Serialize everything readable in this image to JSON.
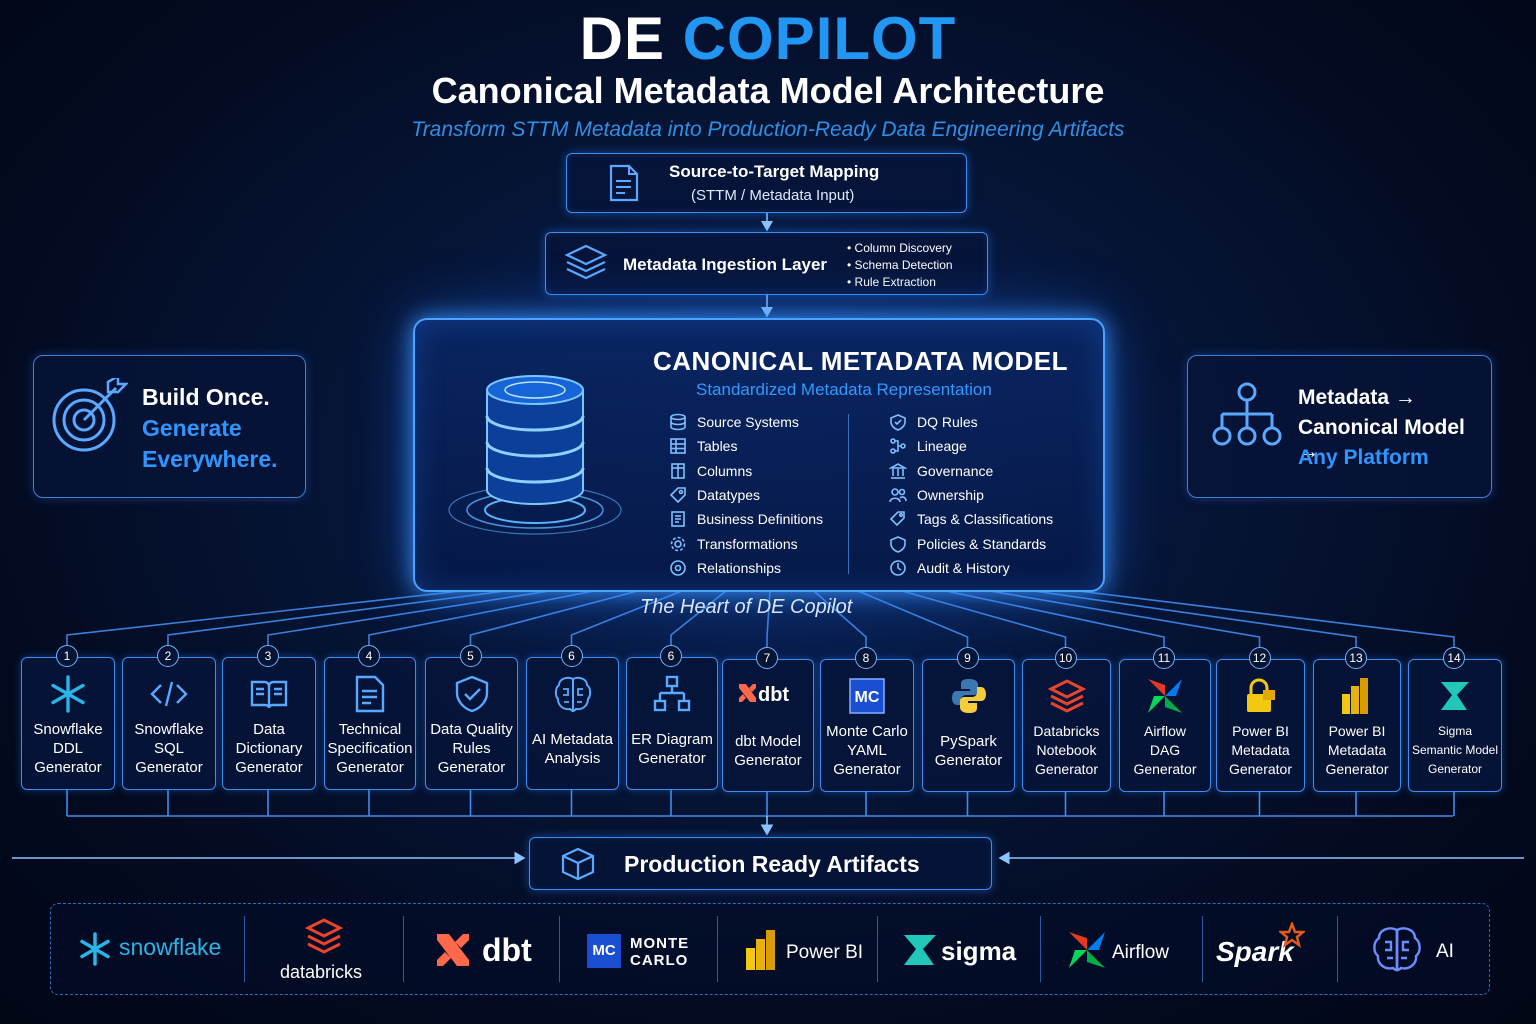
{
  "header": {
    "title_part1": "DE",
    "title_part2": "COPILOT",
    "subtitle": "Canonical Metadata Model Architecture",
    "tagline": "Transform STTM Metadata into Production-Ready Data Engineering Artifacts"
  },
  "sttm": {
    "title": "Source-to-Target Mapping",
    "subtitle": "(STTM / Metadata Input)"
  },
  "ingestion": {
    "title": "Metadata Ingestion Layer",
    "bullets": [
      "• Column Discovery",
      "• Schema Detection",
      "• Rule Extraction"
    ]
  },
  "canonical": {
    "title": "CANONICAL METADATA MODEL",
    "subtitle": "Standardized Metadata Representation",
    "left_items": [
      "Source Systems",
      "Tables",
      "Columns",
      "Datatypes",
      "Business Definitions",
      "Transformations",
      "Relationships"
    ],
    "right_items": [
      "DQ Rules",
      "Lineage",
      "Governance",
      "Ownership",
      "Tags & Classifications",
      "Policies & Standards",
      "Audit & History"
    ],
    "caption": "The Heart of DE Copilot"
  },
  "left_panel": {
    "line1": "Build Once.",
    "line2": "Generate",
    "line3": "Everywhere."
  },
  "right_panel": {
    "line1": "Metadata →",
    "line2": "Canonical Model →",
    "line3": "Any Platform"
  },
  "generators": [
    {
      "num": "1",
      "lines": [
        "Snowflake",
        "DDL",
        "Generator"
      ]
    },
    {
      "num": "2",
      "lines": [
        "Snowflake",
        "SQL",
        "Generator"
      ]
    },
    {
      "num": "3",
      "lines": [
        "Data",
        "Dictionary",
        "Generator"
      ]
    },
    {
      "num": "4",
      "lines": [
        "Technical",
        "Specification",
        "Generator"
      ]
    },
    {
      "num": "5",
      "lines": [
        "Data Quality",
        "Rules",
        "Generator"
      ]
    },
    {
      "num": "6",
      "lines": [
        "AI Metadata",
        "Analysis"
      ]
    },
    {
      "num": "6",
      "lines": [
        "ER Diagram",
        "Generator"
      ]
    },
    {
      "num": "7",
      "lines": [
        "dbt Model",
        "Generator"
      ]
    },
    {
      "num": "8",
      "lines": [
        "Monte Carlo",
        "YAML",
        "Generator"
      ]
    },
    {
      "num": "9",
      "lines": [
        "PySpark",
        "Generator"
      ]
    },
    {
      "num": "10",
      "lines": [
        "Databricks",
        "Notebook",
        "Generator"
      ]
    },
    {
      "num": "11",
      "lines": [
        "Airflow",
        "DAG",
        "Generator"
      ]
    },
    {
      "num": "12",
      "lines": [
        "Power BI",
        "Metadata",
        "Generator"
      ]
    },
    {
      "num": "13",
      "lines": [
        "Power BI",
        "Metadata",
        "Generator"
      ]
    },
    {
      "num": "14",
      "lines": [
        "Sigma",
        "Semantic Model",
        "Generator"
      ]
    }
  ],
  "generator_icons": [
    "snowflake-icon",
    "code-icon",
    "book-icon",
    "document-icon",
    "shield-check-icon",
    "brain-icon",
    "er-diagram-icon",
    "dbt-logo-icon",
    "monte-carlo-logo-icon",
    "python-icon",
    "databricks-logo-icon",
    "airflow-logo-icon",
    "power-bi-lock-icon",
    "power-bi-logo-icon",
    "sigma-logo-icon"
  ],
  "dbt_icon_text": "dbt",
  "mc_icon_text": "MC",
  "artifacts": {
    "title": "Production Ready Artifacts"
  },
  "logos": {
    "snowflake": "snowflake",
    "databricks": "databricks",
    "dbt": "dbt",
    "mc_badge": "MC",
    "monte": "MONTE",
    "carlo": "CARLO",
    "powerbi": "Power BI",
    "sigma": "sigma",
    "airflow": "Airflow",
    "spark": "Spark",
    "ai": "AI"
  },
  "colors": {
    "accent": "#2196f3",
    "line": "#3f8cf0",
    "background": "#030a1f",
    "dbt_orange": "#ff694b",
    "databricks_red": "#e8452c",
    "powerbi_yellow": "#f2c811"
  }
}
